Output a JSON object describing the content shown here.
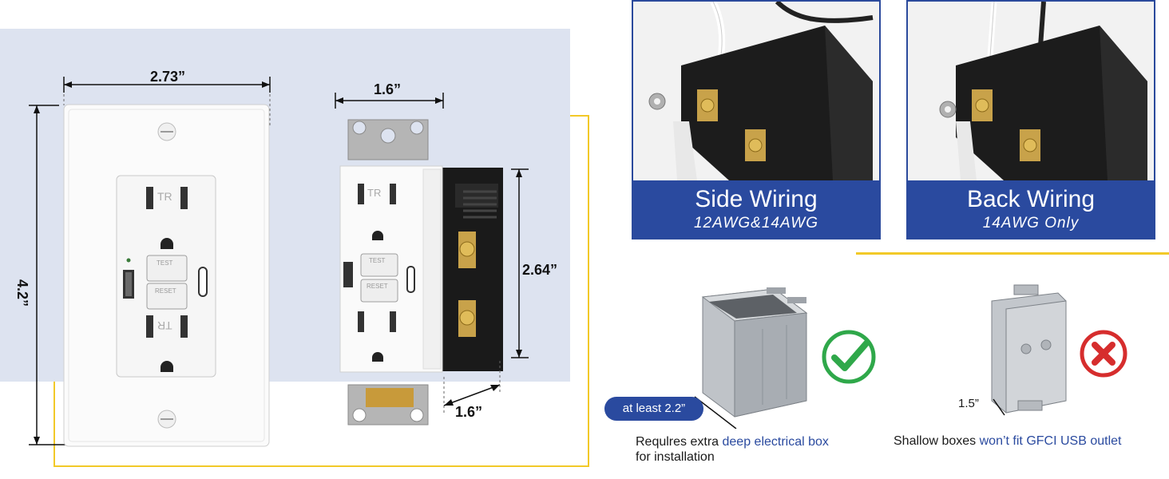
{
  "dimensions": {
    "plate_width": "2.73”",
    "plate_height": "4.2”",
    "outlet_width": "1.6”",
    "outlet_height": "2.64”",
    "outlet_depth": "1.6”"
  },
  "outlet_labels": {
    "tr": "TR",
    "test": "TEST",
    "reset": "RESET"
  },
  "wiring": {
    "side": {
      "title": "Side Wiring",
      "subtitle": "12AWG&14AWG"
    },
    "back": {
      "title": "Back Wiring",
      "subtitle": "14AWG Only"
    }
  },
  "boxes": {
    "deep": {
      "badge": "at least 2.2”",
      "caption_prefix": "Requlres extra ",
      "caption_highlight": "deep electrical box",
      "caption_suffix": "for installation",
      "icon": "check-icon"
    },
    "shallow": {
      "depth_label": "1.5”",
      "caption_prefix": "Shallow boxes ",
      "caption_highlight": "won’t fit GFCI USB outlet",
      "icon": "x-icon"
    }
  },
  "colors": {
    "accent_blue": "#2a4a9f",
    "accent_yellow": "#f2c928",
    "check_green": "#2fa84a",
    "cross_red": "#d62d2d",
    "panel_bg": "#dde3f0"
  }
}
